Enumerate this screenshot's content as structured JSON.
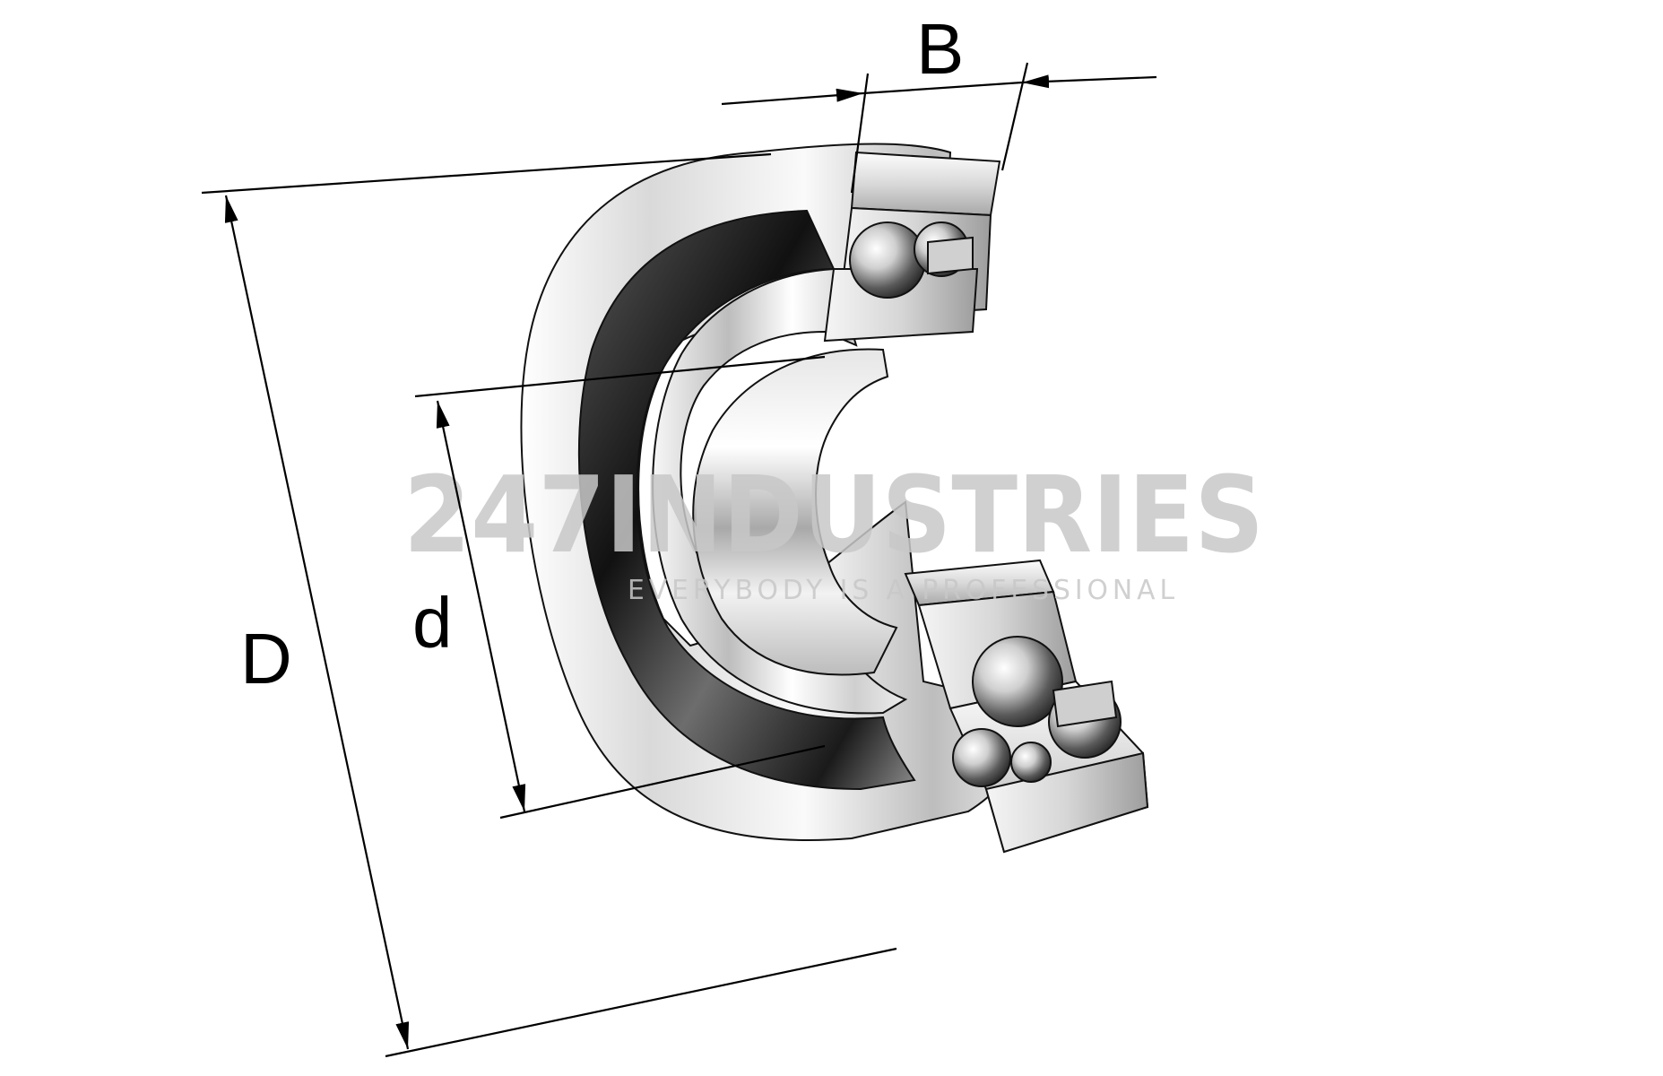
{
  "dimensions": {
    "outer_diameter_label": "D",
    "bore_diameter_label": "d",
    "width_label": "B"
  },
  "watermark": {
    "brand": "247INDUSTRIES",
    "slogan": "EVERYBODY IS A PROFESSIONAL",
    "color": "#c8c8c8"
  },
  "colors": {
    "line": "#000000",
    "steel_light": "#f4f4f4",
    "steel_mid": "#b9b9b9",
    "steel_dark": "#3a3a3a",
    "background": "#ffffff"
  }
}
